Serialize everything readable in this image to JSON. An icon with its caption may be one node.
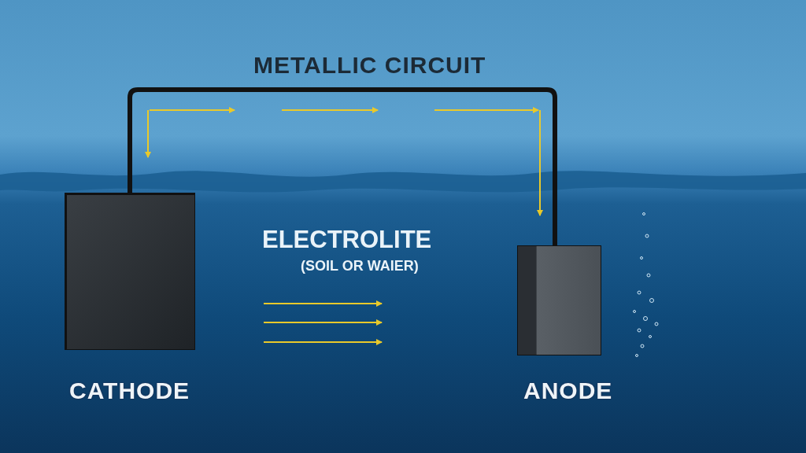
{
  "diagram": {
    "nodes": [
      {
        "text": [
          "CATHODE"
        ]
      },
      {
        "text": [
          "ANODE"
        ]
      }
    ],
    "edges": [
      {
        "from": 0,
        "to": 1,
        "arrow": "none",
        "label": "METALLIC CIRCUIT"
      }
    ],
    "labels": [
      "ELECTROLITE",
      "(SOIL OR WAIER)"
    ]
  }
}
